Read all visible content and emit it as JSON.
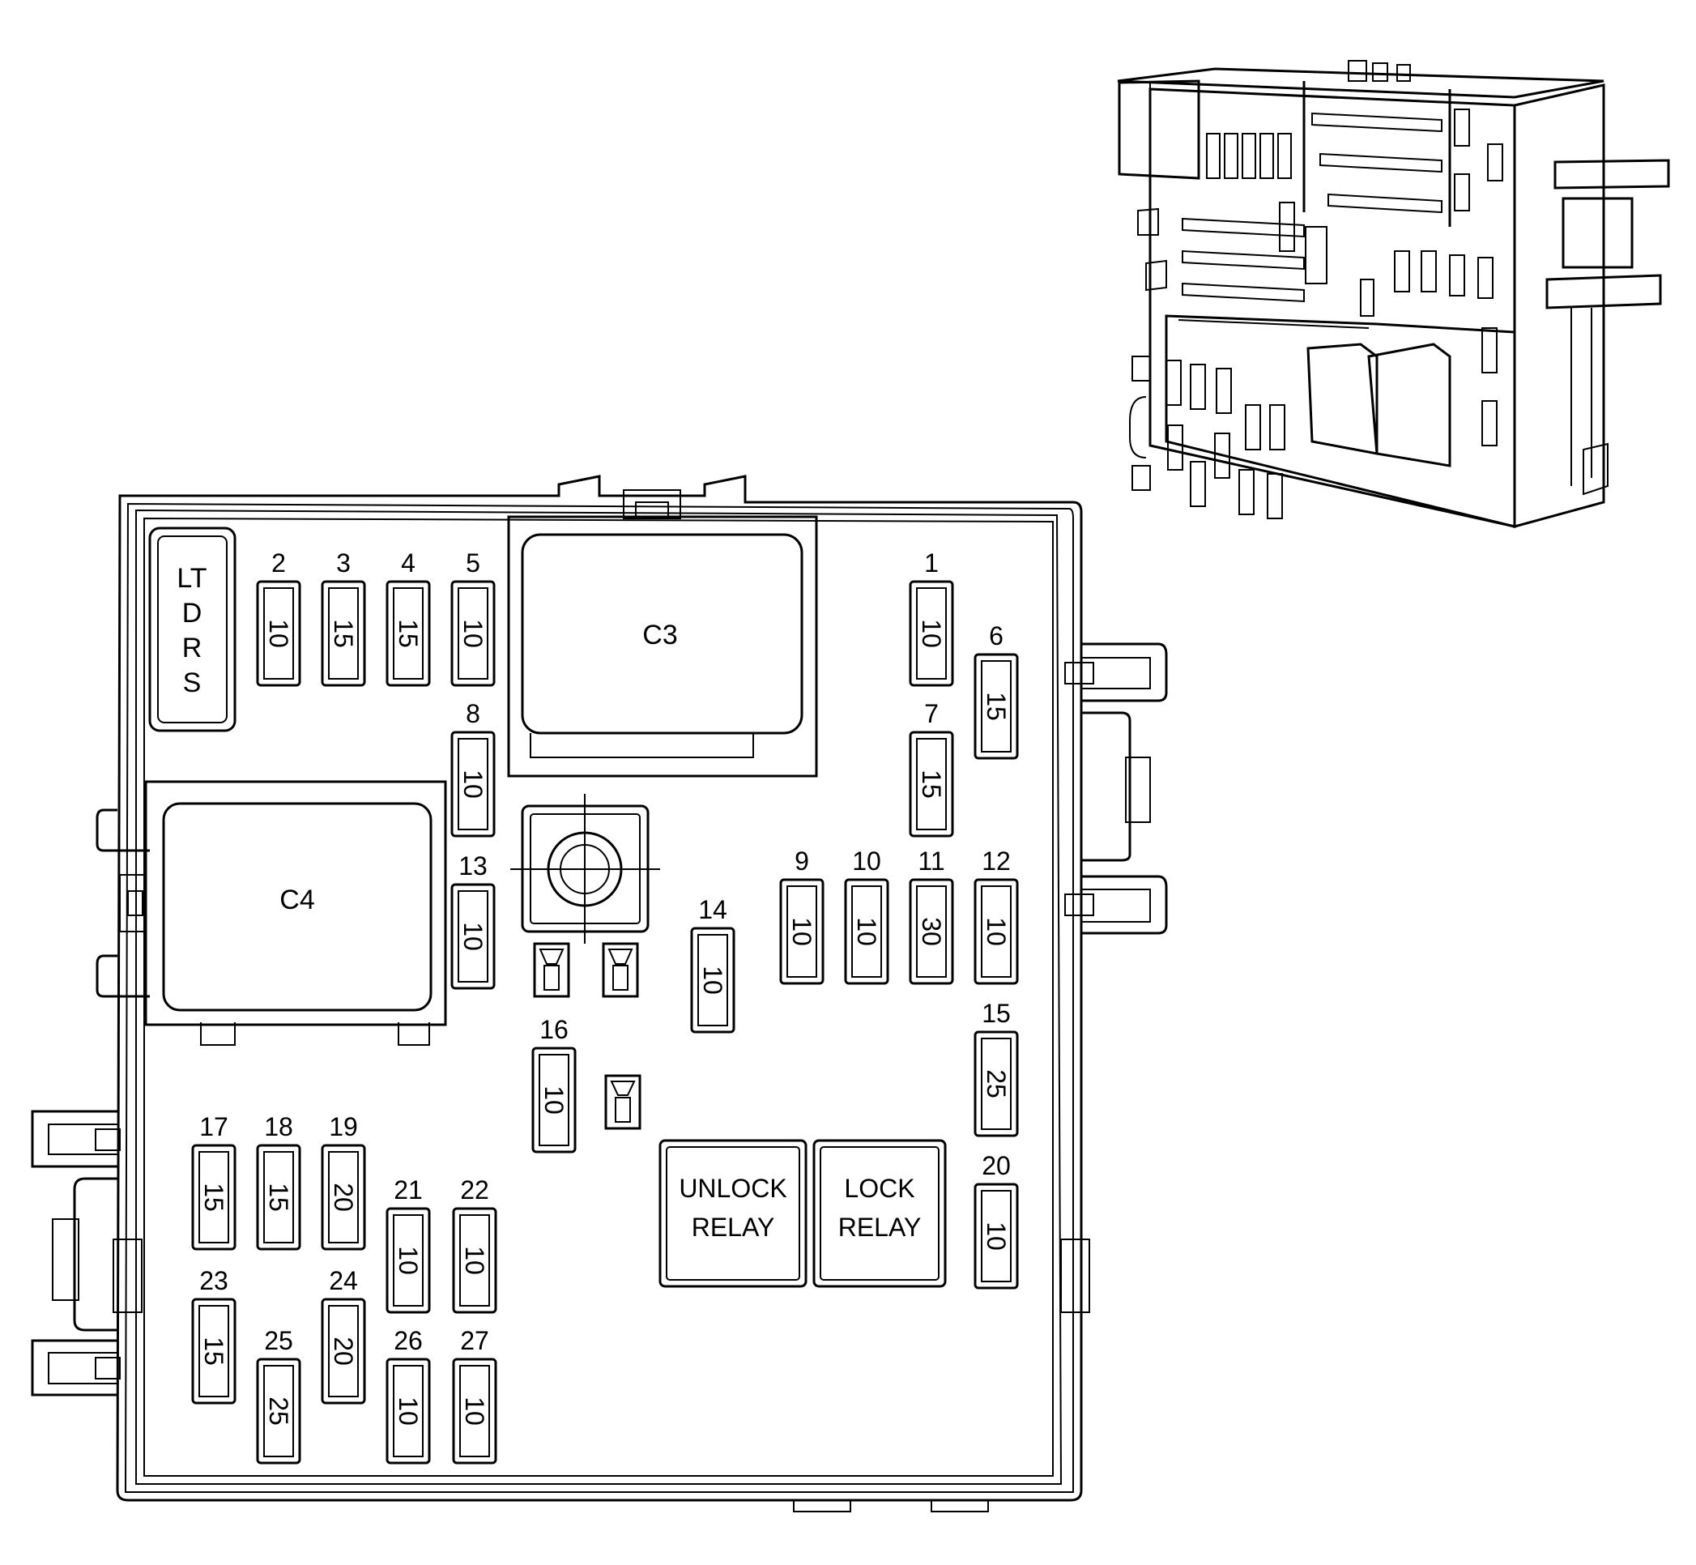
{
  "colors": {
    "ink": "#000000",
    "fill": "#ffffff",
    "relay_fill": "#f2f2f2"
  },
  "modules": {
    "ltdrs": {
      "lines": [
        "LT",
        "D",
        "R",
        "S"
      ]
    },
    "c3": "C3",
    "c4": "C4"
  },
  "fuses": [
    {
      "num": "1",
      "amp": "10"
    },
    {
      "num": "2",
      "amp": "10"
    },
    {
      "num": "3",
      "amp": "15"
    },
    {
      "num": "4",
      "amp": "15"
    },
    {
      "num": "5",
      "amp": "10"
    },
    {
      "num": "6",
      "amp": "15"
    },
    {
      "num": "7",
      "amp": "15"
    },
    {
      "num": "8",
      "amp": "10"
    },
    {
      "num": "9",
      "amp": "10"
    },
    {
      "num": "10",
      "amp": "10"
    },
    {
      "num": "11",
      "amp": "30"
    },
    {
      "num": "12",
      "amp": "10"
    },
    {
      "num": "13",
      "amp": "10"
    },
    {
      "num": "14",
      "amp": "10"
    },
    {
      "num": "15",
      "amp": "25"
    },
    {
      "num": "16",
      "amp": "10"
    },
    {
      "num": "17",
      "amp": "15"
    },
    {
      "num": "18",
      "amp": "15"
    },
    {
      "num": "19",
      "amp": "20"
    },
    {
      "num": "20",
      "amp": "10"
    },
    {
      "num": "21",
      "amp": "10"
    },
    {
      "num": "22",
      "amp": "10"
    },
    {
      "num": "23",
      "amp": "15"
    },
    {
      "num": "24",
      "amp": "20"
    },
    {
      "num": "25",
      "amp": "25"
    },
    {
      "num": "26",
      "amp": "10"
    },
    {
      "num": "27",
      "amp": "10"
    }
  ],
  "relays": [
    {
      "id": "unlock",
      "lines": [
        "UNLOCK",
        "RELAY"
      ]
    },
    {
      "id": "lock",
      "lines": [
        "LOCK",
        "RELAY"
      ]
    }
  ]
}
